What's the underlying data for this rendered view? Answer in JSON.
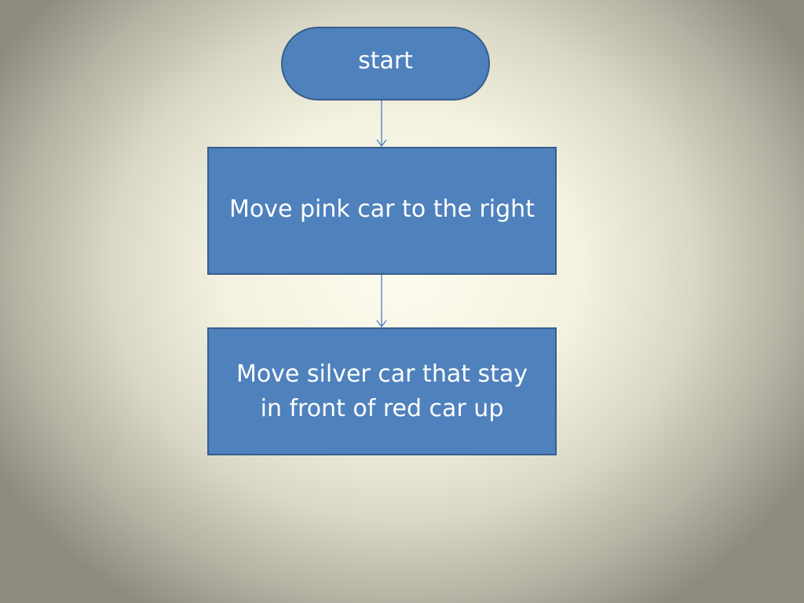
{
  "diagram": {
    "nodes": [
      {
        "id": "start",
        "shape": "terminator",
        "label": "start"
      },
      {
        "id": "step1",
        "shape": "process",
        "label": "Move pink car to the right"
      },
      {
        "id": "step2",
        "shape": "process",
        "label": "Move silver car that stay in front of red car up"
      }
    ],
    "edges": [
      {
        "from": "start",
        "to": "step1"
      },
      {
        "from": "step1",
        "to": "step2"
      }
    ],
    "colors": {
      "node_fill": "#4f81bd",
      "node_border": "#385d8a",
      "connector": "#4a7ebb",
      "text": "#ffffff"
    }
  }
}
